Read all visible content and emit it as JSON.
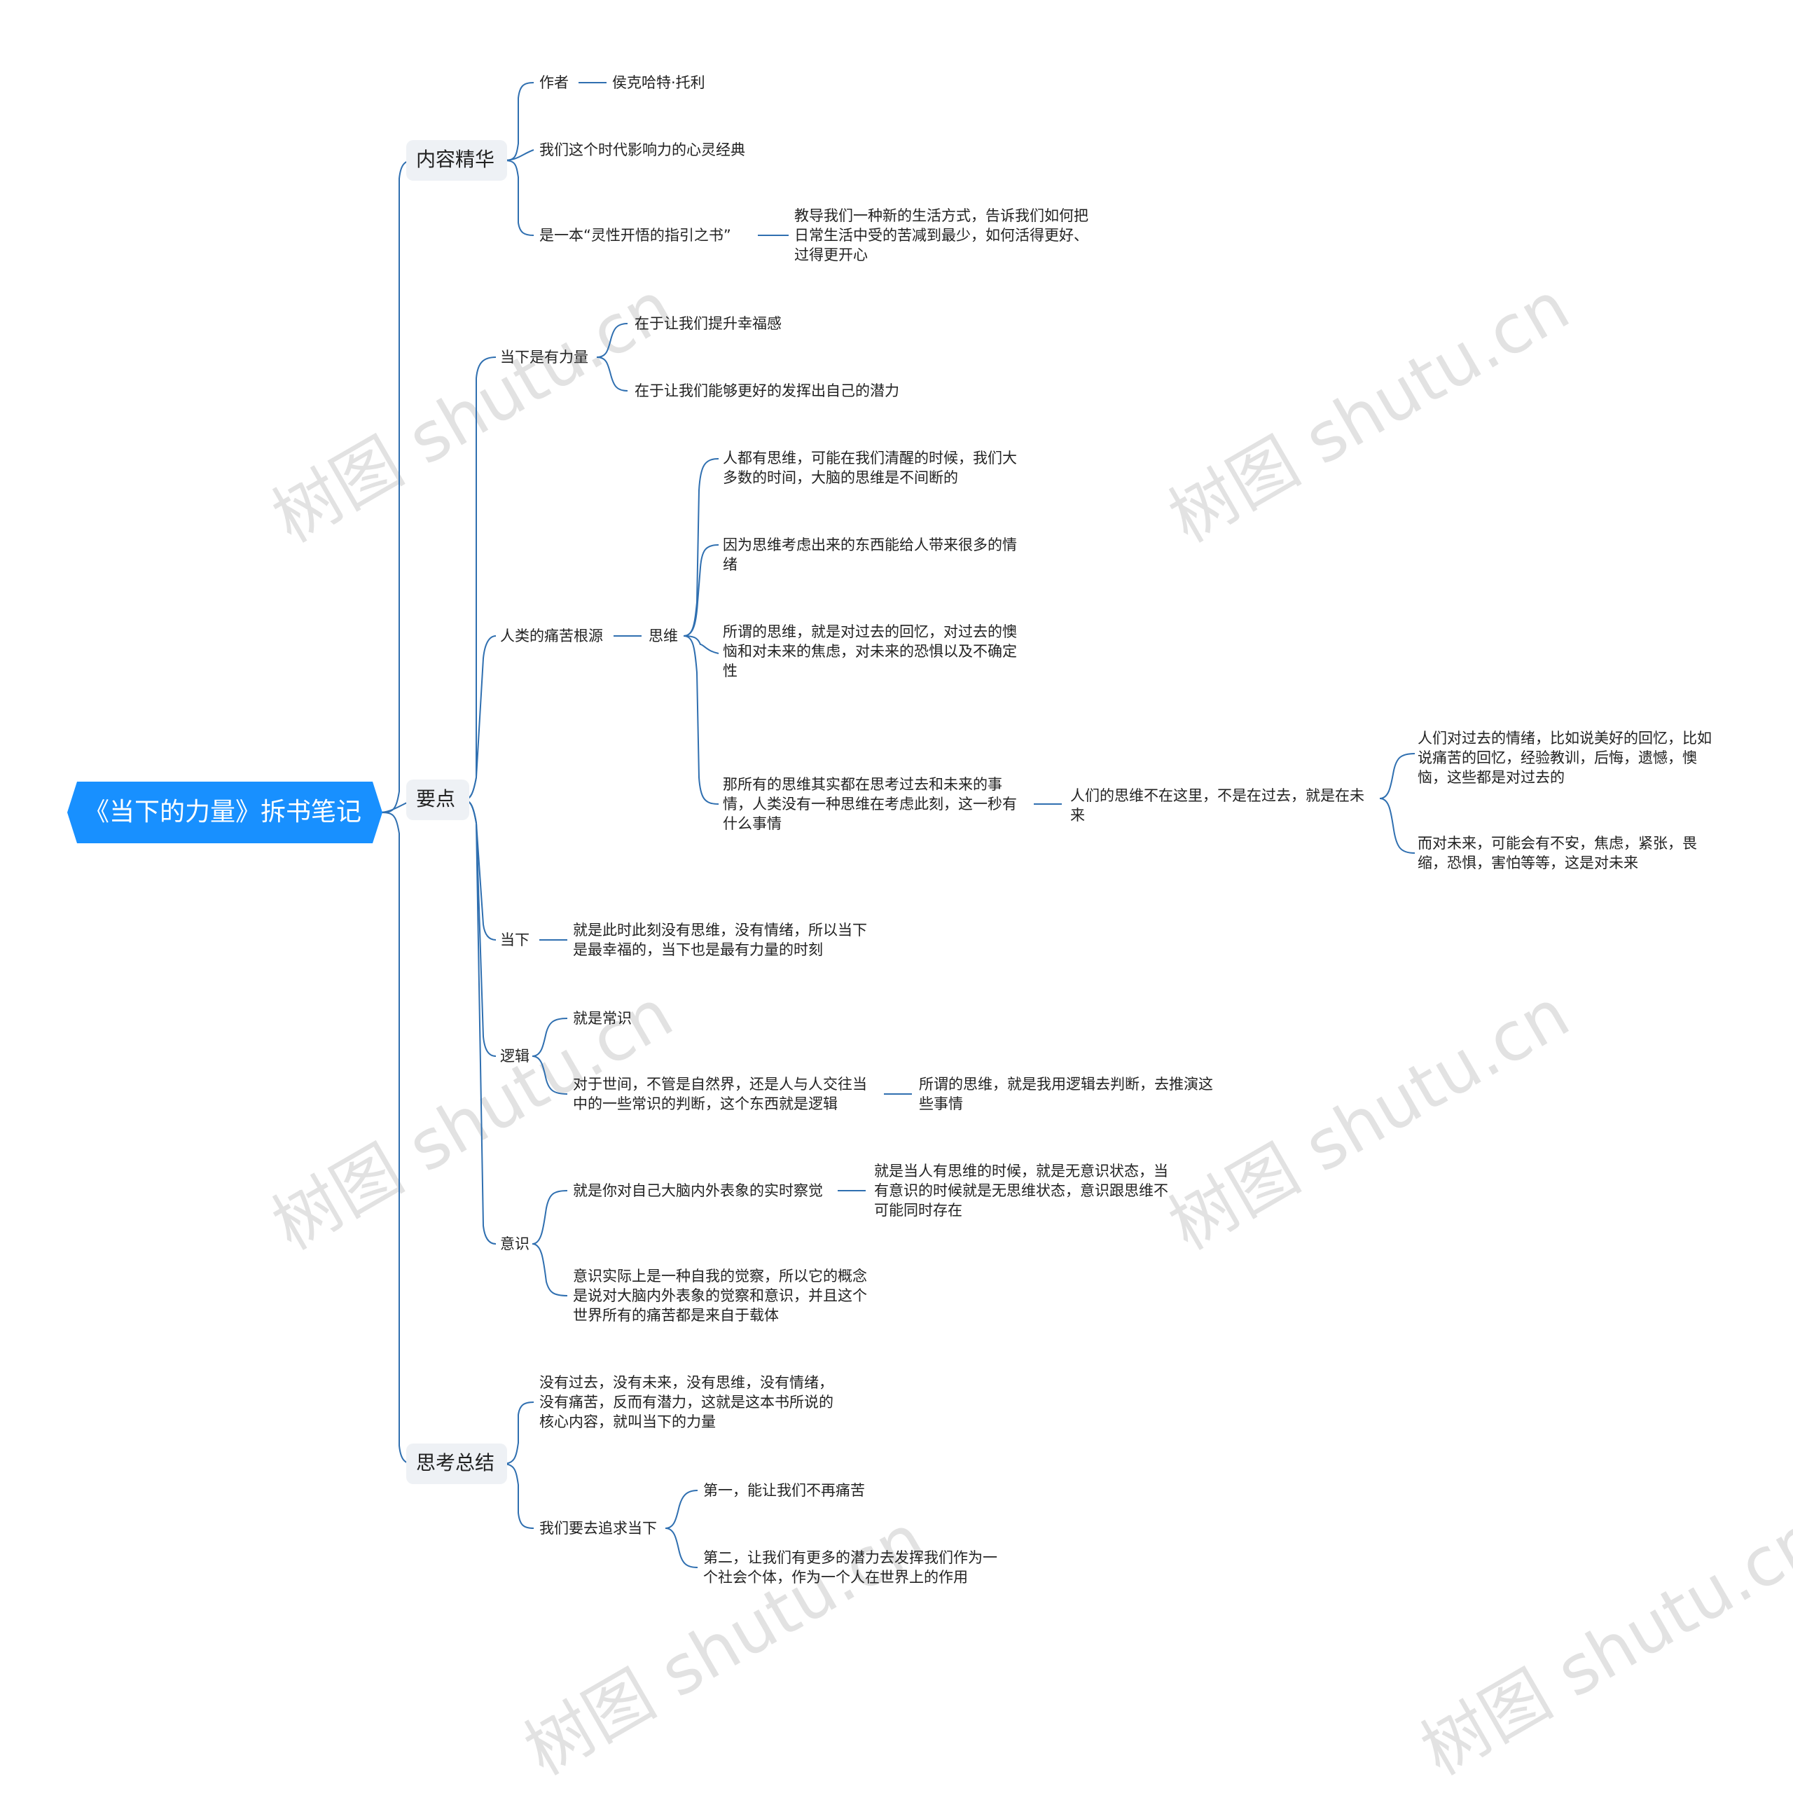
{
  "root": {
    "title": "《当下的力量》拆书笔记"
  },
  "branches": {
    "content": {
      "label": "内容精华",
      "author_label": "作者",
      "author_name": "侯克哈特·托利",
      "classic": "我们这个时代影响力的心灵经典",
      "guide_book": "是一本“灵性开悟的指引之书”",
      "guide_desc": "教导我们一种新的生活方式，告诉我们如何把日常生活中受的苦减到最少，如何活得更好、过得更开心"
    },
    "keypoints": {
      "label": "要点",
      "power": {
        "label": "当下是有力量",
        "items": [
          "在于让我们提升幸福感",
          "在于让我们能够更好的发挥出自己的潜力"
        ]
      },
      "pain": {
        "label": "人类的痛苦根源",
        "thought": "思维",
        "items": [
          "人都有思维，可能在我们清醒的时候，我们大多数的时间，大脑的思维是不间断的",
          "因为思维考虑出来的东西能给人带来很多的情绪",
          "所谓的思维，就是对过去的回忆，对过去的懊恼和对未来的焦虑，对未来的恐惧以及不确定性",
          "那所有的思维其实都在思考过去和未来的事情，人类没有一种思维在考虑此刻，这一秒有什么事情"
        ],
        "not_here": "人们的思维不在这里，不是在过去，就是在未来",
        "past": "人们对过去的情绪，比如说美好的回忆，比如说痛苦的回忆，经验教训，后悔，遗憾，懊恼，这些都是对过去的",
        "future": "而对未来，可能会有不安，焦虑，紧张，畏缩，恐惧，害怕等等，这是对未来"
      },
      "now": {
        "label": "当下",
        "desc": "就是此时此刻没有思维，没有情绪，所以当下是最幸福的，当下也是最有力量的时刻"
      },
      "logic": {
        "label": "逻辑",
        "common": "就是常识",
        "judge": "对于世间，不管是自然界，还是人与人交往当中的一些常识的判断，这个东西就是逻辑",
        "reason": "所谓的思维，就是我用逻辑去判断，去推演这些事情"
      },
      "awareness": {
        "label": "意识",
        "realtime": "就是你对自己大脑内外表象的实时察觉",
        "state": "就是当人有思维的时候，就是无意识状态，当有意识的时候就是无思维状态，意识跟思维不可能同时存在",
        "concept": "意识实际上是一种自我的觉察，所以它的概念是说对大脑内外表象的觉察和意识，并且这个世界所有的痛苦都是来自于载体"
      }
    },
    "summary": {
      "label": "思考总结",
      "core": "没有过去，没有未来，没有思维，没有情绪，没有痛苦，反而有潜力，这就是这本书所说的核心内容，就叫当下的力量",
      "pursue": "我们要去追求当下",
      "first": "第一，能让我们不再痛苦",
      "second": "第二，让我们有更多的潜力去发挥我们作为一个社会个体，作为一个人在世界上的作用"
    }
  },
  "watermark": "树图 shutu.cn",
  "colors": {
    "accent": "#1890ff",
    "line": "#2f6fb0",
    "pill": "#eef1f5"
  }
}
